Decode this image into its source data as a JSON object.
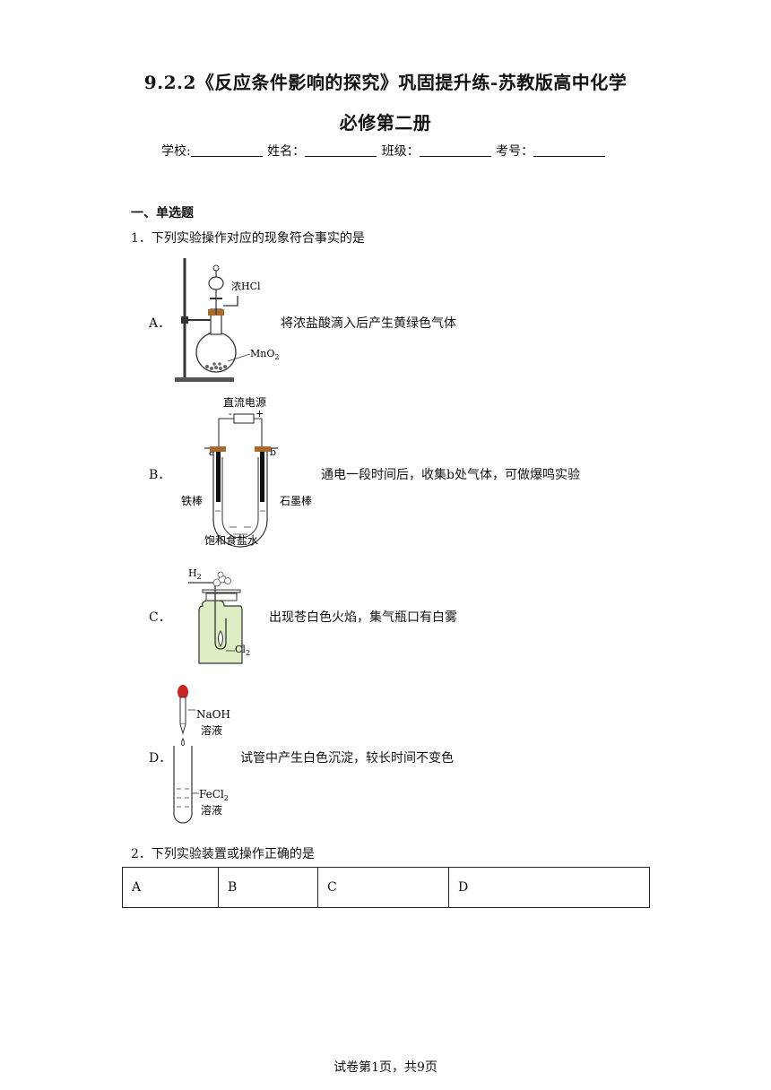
{
  "header": {
    "title_line1": "9.2.2《反应条件影响的探究》巩固提升练-苏教版高中化学",
    "title_line2": "必修第二册",
    "fields": [
      "学校:",
      "姓名：",
      "班级：",
      "考号："
    ]
  },
  "section1": {
    "title": "一、单选题"
  },
  "q1": {
    "stem": "1．下列实验操作对应的现象符合事实的是",
    "options": [
      {
        "label": "A．",
        "text": "将浓盐酸滴入后产生黄绿色气体",
        "fig_labels": [
          "浓HCl",
          "MnO",
          "2"
        ]
      },
      {
        "label": "B．",
        "text": "通电一段时间后，收集b处气体，可做爆鸣实验",
        "fig_labels": [
          "直流电源",
          "-",
          "+",
          "a",
          "b",
          "铁棒",
          "石墨棒",
          "饱和食盐水"
        ]
      },
      {
        "label": "C．",
        "text": "出现苍白色火焰，集气瓶口有白雾",
        "fig_labels": [
          "H",
          "2",
          "Cl",
          "2"
        ]
      },
      {
        "label": "D．",
        "text": "试管中产生白色沉淀，较长时间不变色",
        "fig_labels": [
          "NaOH",
          "溶液",
          "FeCl",
          "2",
          "溶液"
        ]
      }
    ]
  },
  "q2": {
    "stem": "2．下列实验装置或操作正确的是",
    "table_headers": [
      "A",
      "B",
      "C",
      "D"
    ]
  },
  "footer": {
    "text": "试卷第1页，共9页"
  }
}
